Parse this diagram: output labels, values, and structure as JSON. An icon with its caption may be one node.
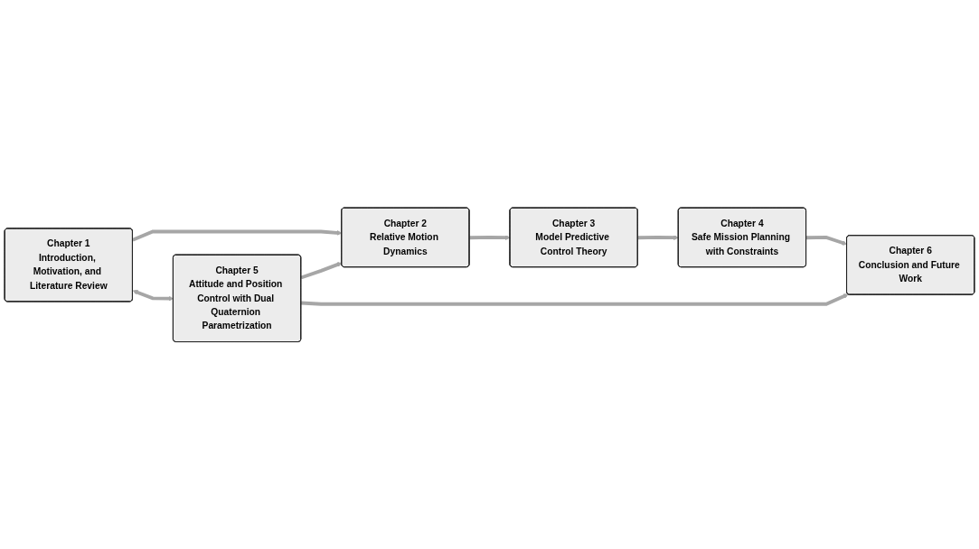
{
  "diagram": {
    "nodes": [
      {
        "text": [
          "Chapter 1",
          "Introduction, Motivation, and Literature Review"
        ]
      },
      {
        "text": [
          "Chapter 2",
          "Relative Motion Dynamics"
        ]
      },
      {
        "text": [
          "Chapter 3",
          "Model Predictive Control Theory"
        ]
      },
      {
        "text": [
          "Chapter 4",
          "Safe Mission Planning with Constraints"
        ]
      },
      {
        "text": [
          "Chapter 5",
          "Attitude and Position Control with Dual Quaternion Parametrization"
        ]
      },
      {
        "text": [
          "Chapter 6",
          "Conclusion and Future Work"
        ]
      }
    ],
    "edges": [
      {
        "from": 0,
        "to": 4,
        "arrow": "both"
      },
      {
        "from": 0,
        "to": 1,
        "arrow": "to"
      },
      {
        "from": 4,
        "to": 1,
        "arrow": "to"
      },
      {
        "from": 1,
        "to": 2,
        "arrow": "to"
      },
      {
        "from": 2,
        "to": 3,
        "arrow": "to"
      },
      {
        "from": 3,
        "to": 5,
        "arrow": "to"
      },
      {
        "from": 4,
        "to": 5,
        "arrow": "to"
      }
    ]
  }
}
